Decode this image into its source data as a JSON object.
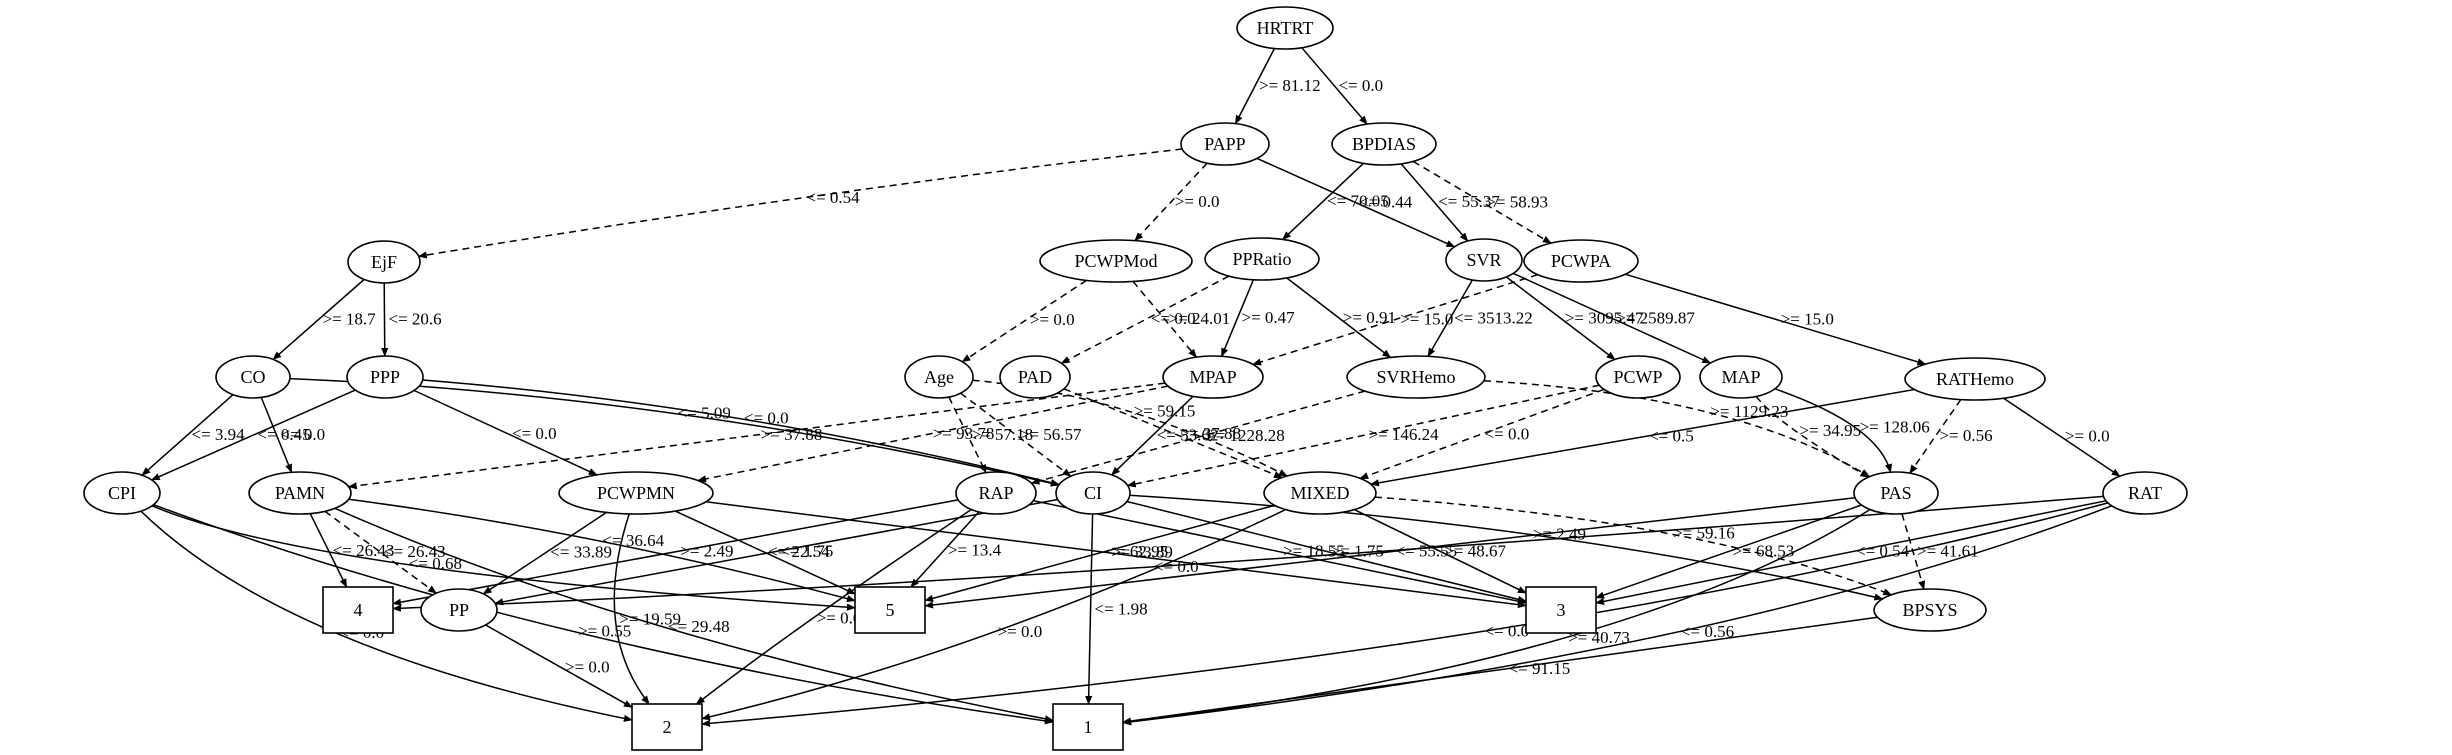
{
  "diagram": {
    "type": "decision-graph",
    "nodes": [
      {
        "id": "HRTRT",
        "label": "HRTRT",
        "shape": "ellipse"
      },
      {
        "id": "PAPP",
        "label": "PAPP",
        "shape": "ellipse"
      },
      {
        "id": "BPDIAS",
        "label": "BPDIAS",
        "shape": "ellipse"
      },
      {
        "id": "EjF",
        "label": "EjF",
        "shape": "ellipse"
      },
      {
        "id": "PCWPMod",
        "label": "PCWPMod",
        "shape": "ellipse"
      },
      {
        "id": "PPRatio",
        "label": "PPRatio",
        "shape": "ellipse"
      },
      {
        "id": "SVR",
        "label": "SVR",
        "shape": "ellipse"
      },
      {
        "id": "PCWPA",
        "label": "PCWPA",
        "shape": "ellipse"
      },
      {
        "id": "CO",
        "label": "CO",
        "shape": "ellipse"
      },
      {
        "id": "PPP",
        "label": "PPP",
        "shape": "ellipse"
      },
      {
        "id": "Age",
        "label": "Age",
        "shape": "ellipse"
      },
      {
        "id": "PAD",
        "label": "PAD",
        "shape": "ellipse"
      },
      {
        "id": "MPAP",
        "label": "MPAP",
        "shape": "ellipse"
      },
      {
        "id": "SVRHemo",
        "label": "SVRHemo",
        "shape": "ellipse"
      },
      {
        "id": "PCWP",
        "label": "PCWP",
        "shape": "ellipse"
      },
      {
        "id": "MAP",
        "label": "MAP",
        "shape": "ellipse"
      },
      {
        "id": "RATHemo",
        "label": "RATHemo",
        "shape": "ellipse"
      },
      {
        "id": "CPI",
        "label": "CPI",
        "shape": "ellipse"
      },
      {
        "id": "PAMN",
        "label": "PAMN",
        "shape": "ellipse"
      },
      {
        "id": "PCWPMN",
        "label": "PCWPMN",
        "shape": "ellipse"
      },
      {
        "id": "RAP",
        "label": "RAP",
        "shape": "ellipse"
      },
      {
        "id": "CI",
        "label": "CI",
        "shape": "ellipse"
      },
      {
        "id": "MIXED",
        "label": "MIXED",
        "shape": "ellipse"
      },
      {
        "id": "PAS",
        "label": "PAS",
        "shape": "ellipse"
      },
      {
        "id": "RAT",
        "label": "RAT",
        "shape": "ellipse"
      },
      {
        "id": "BPSYS",
        "label": "BPSYS",
        "shape": "ellipse"
      },
      {
        "id": "PP",
        "label": "PP",
        "shape": "ellipse"
      },
      {
        "id": "N4",
        "label": "4",
        "shape": "box"
      },
      {
        "id": "N5",
        "label": "5",
        "shape": "box"
      },
      {
        "id": "N3",
        "label": "3",
        "shape": "box"
      },
      {
        "id": "N2",
        "label": "2",
        "shape": "box"
      },
      {
        "id": "N1",
        "label": "1",
        "shape": "box"
      }
    ],
    "edges": [
      {
        "from": "HRTRT",
        "to": "PAPP",
        "label": ">= 81.12",
        "style": "solid"
      },
      {
        "from": "HRTRT",
        "to": "BPDIAS",
        "label": "<= 0.0",
        "style": "solid"
      },
      {
        "from": "PAPP",
        "to": "EjF",
        "label": "<= 0.54",
        "style": "dashed"
      },
      {
        "from": "PAPP",
        "to": "PCWPMod",
        "label": ">= 0.0",
        "style": "dashed"
      },
      {
        "from": "PAPP",
        "to": "SVR",
        "label": "<= 0.44",
        "style": "solid"
      },
      {
        "from": "BPDIAS",
        "to": "PPRatio",
        "label": "<= 70.05",
        "style": "solid"
      },
      {
        "from": "BPDIAS",
        "to": "SVR",
        "label": "<= 55.37",
        "style": "solid"
      },
      {
        "from": "BPDIAS",
        "to": "PCWPA",
        "label": ">= 58.93",
        "style": "dashed"
      },
      {
        "from": "EjF",
        "to": "CO",
        "label": ">= 18.7",
        "style": "solid"
      },
      {
        "from": "EjF",
        "to": "PPP",
        "label": "<= 20.6",
        "style": "solid"
      },
      {
        "from": "PCWPMod",
        "to": "Age",
        "label": ">= 0.0",
        "style": "dashed"
      },
      {
        "from": "PCWPMod",
        "to": "MPAP",
        "label": ">= 24.01",
        "style": "dashed"
      },
      {
        "from": "PPRatio",
        "to": "PAD",
        "label": "<= 0.0",
        "style": "dashed"
      },
      {
        "from": "PPRatio",
        "to": "MPAP",
        "label": ">= 0.47",
        "style": "solid"
      },
      {
        "from": "PPRatio",
        "to": "SVRHemo",
        "label": ">= 0.91",
        "style": "solid"
      },
      {
        "from": "PCWPA",
        "to": "MPAP",
        "label": ">= 15.0",
        "style": "dashed"
      },
      {
        "from": "SVR",
        "to": "SVRHemo",
        "label": "<= 3513.22",
        "style": "solid"
      },
      {
        "from": "SVR",
        "to": "PCWP",
        "label": ">= 3095.47",
        "style": "solid"
      },
      {
        "from": "SVR",
        "to": "MAP",
        "label": ">= 2589.87",
        "style": "solid"
      },
      {
        "from": "PCWPA",
        "to": "RATHemo",
        "label": ">= 15.0",
        "style": "solid"
      },
      {
        "from": "CO",
        "to": "CPI",
        "label": "<= 3.94",
        "style": "solid"
      },
      {
        "from": "CO",
        "to": "PAMN",
        "label": "<= 0.0",
        "style": "solid"
      },
      {
        "from": "CO",
        "to": "CI",
        "label": "<= 5.09",
        "style": "solid"
      },
      {
        "from": "PPP",
        "to": "CPI",
        "label": "<= 0.45",
        "style": "solid"
      },
      {
        "from": "PPP",
        "to": "PCWPMN",
        "label": "<= 0.0",
        "style": "solid"
      },
      {
        "from": "PPP",
        "to": "CI",
        "label": "<= 0.0",
        "style": "solid"
      },
      {
        "from": "Age",
        "to": "RAP",
        "label": ">= 57.18",
        "style": "dashed"
      },
      {
        "from": "Age",
        "to": "CI",
        "label": ">= 56.57",
        "style": "dashed"
      },
      {
        "from": "Age",
        "to": "MIXED",
        "label": ">= 59.15",
        "style": "dashed"
      },
      {
        "from": "PAD",
        "to": "MIXED",
        "label": ">= 37.88",
        "style": "dashed"
      },
      {
        "from": "MPAP",
        "to": "PAMN",
        "label": ">= 37.88",
        "style": "dashed"
      },
      {
        "from": "MPAP",
        "to": "PCWPMN",
        "label": ">= 93.78",
        "style": "dashed"
      },
      {
        "from": "MPAP",
        "to": "CI",
        "label": "<= 53.62",
        "style": "solid"
      },
      {
        "from": "SVRHemo",
        "to": "RAP",
        "label": ">= 1228.28",
        "style": "dashed"
      },
      {
        "from": "SVRHemo",
        "to": "PAS",
        "label": ">= 1129.23",
        "style": "dashed"
      },
      {
        "from": "PCWP",
        "to": "CI",
        "label": ">= 146.24",
        "style": "dashed"
      },
      {
        "from": "PCWP",
        "to": "MIXED",
        "label": "<= 0.0",
        "style": "dashed"
      },
      {
        "from": "MAP",
        "to": "PAS",
        "label": ">= 128.06",
        "style": "solid"
      },
      {
        "from": "MAP",
        "to": "PAS",
        "label": ">= 34.95",
        "style": "dashed"
      },
      {
        "from": "RATHemo",
        "to": "MIXED",
        "label": "<= 0.5",
        "style": "solid"
      },
      {
        "from": "RATHemo",
        "to": "PAS",
        "label": ">= 0.56",
        "style": "dashed"
      },
      {
        "from": "RATHemo",
        "to": "RAT",
        "label": ">= 0.0",
        "style": "solid"
      },
      {
        "from": "CPI",
        "to": "N5",
        "label": "<= 0.68",
        "style": "solid"
      },
      {
        "from": "CPI",
        "to": "N2",
        "label": "<= 0.0",
        "style": "solid"
      },
      {
        "from": "CPI",
        "to": "N1",
        "label": ">= 0.55",
        "style": "solid"
      },
      {
        "from": "PAMN",
        "to": "N4",
        "label": "<= 26.43",
        "style": "solid"
      },
      {
        "from": "PAMN",
        "to": "PP",
        "label": "<= 26.43",
        "style": "dashed"
      },
      {
        "from": "PAMN",
        "to": "N1",
        "label": "<= 29.48",
        "style": "solid"
      },
      {
        "from": "PAMN",
        "to": "N5",
        "label": "<= 36.64",
        "style": "solid"
      },
      {
        "from": "PCWPMN",
        "to": "PP",
        "label": "<= 33.89",
        "style": "solid"
      },
      {
        "from": "PCWPMN",
        "to": "N5",
        "label": "<= 22.54",
        "style": "solid"
      },
      {
        "from": "PCWPMN",
        "to": "N3",
        "label": ">= 33.89",
        "style": "solid"
      },
      {
        "from": "PCWPMN",
        "to": "N2",
        "label": ">= 19.59",
        "style": "solid"
      },
      {
        "from": "RAP",
        "to": "N4",
        "label": ">= 2.49",
        "style": "solid"
      },
      {
        "from": "RAP",
        "to": "N5",
        "label": ">= 13.4",
        "style": "solid"
      },
      {
        "from": "RAP",
        "to": "N2",
        "label": ">= 0.0",
        "style": "solid"
      },
      {
        "from": "RAP",
        "to": "N3",
        "label": ">= 18.55",
        "style": "solid"
      },
      {
        "from": "CI",
        "to": "PP",
        "label": "<= 1.75",
        "style": "solid"
      },
      {
        "from": "CI",
        "to": "N1",
        "label": "<= 1.98",
        "style": "solid"
      },
      {
        "from": "CI",
        "to": "N3",
        "label": ">= 1.75",
        "style": "solid"
      },
      {
        "from": "CI",
        "to": "BPSYS",
        "label": ">= 2.49",
        "style": "solid"
      },
      {
        "from": "MIXED",
        "to": "N5",
        "label": "<= 62.95",
        "style": "solid"
      },
      {
        "from": "MIXED",
        "to": "N2",
        "label": ">= 0.0",
        "style": "solid"
      },
      {
        "from": "MIXED",
        "to": "N3",
        "label": ">= 48.67",
        "style": "solid"
      },
      {
        "from": "MIXED",
        "to": "BPSYS",
        "label": ">= 59.16",
        "style": "dashed"
      },
      {
        "from": "PAS",
        "to": "N5",
        "label": "<= 55.55",
        "style": "solid"
      },
      {
        "from": "PAS",
        "to": "N3",
        "label": ">= 68.53",
        "style": "solid"
      },
      {
        "from": "PAS",
        "to": "BPSYS",
        "label": ">= 41.61",
        "style": "dashed"
      },
      {
        "from": "PAS",
        "to": "N1",
        "label": ">= 40.73",
        "style": "solid"
      },
      {
        "from": "RAT",
        "to": "N3",
        "label": "<= 0.54",
        "style": "solid"
      },
      {
        "from": "RAT",
        "to": "N4",
        "label": "<= 0.0",
        "style": "solid"
      },
      {
        "from": "RAT",
        "to": "N2",
        "label": "<= 0.0",
        "style": "solid"
      },
      {
        "from": "RAT",
        "to": "N1",
        "label": "<= 0.56",
        "style": "solid"
      },
      {
        "from": "PP",
        "to": "N2",
        "label": ">= 0.0",
        "style": "solid"
      },
      {
        "from": "BPSYS",
        "to": "N1",
        "label": "<= 91.15",
        "style": "solid"
      }
    ]
  },
  "colors": {
    "stroke": "#000000",
    "fill": "#ffffff",
    "text": "#000000"
  }
}
